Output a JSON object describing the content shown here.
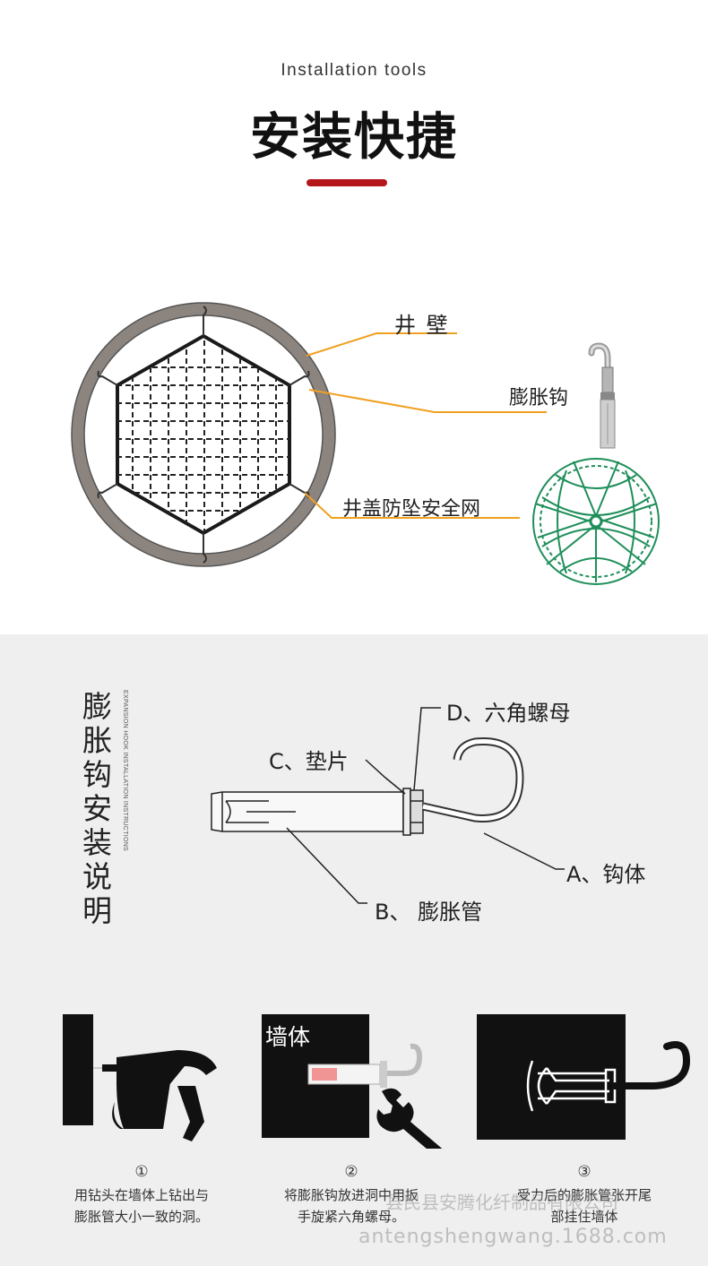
{
  "header": {
    "subtitle": "Installation tools",
    "title": "安装快捷",
    "accent_color": "#b5161c"
  },
  "diagram": {
    "label_wall": "井 壁",
    "label_hook": "膨胀钩",
    "label_net": "井盖防坠安全网",
    "leader_color": "#f0a020",
    "net_color": "#1f8f5a"
  },
  "instructions": {
    "title": "膨胀钩安装说明",
    "title_en": "EXPANSION HOOK INSTALLATION INSTRUCTIONS",
    "part_d": "D、六角螺母",
    "part_c": "C、垫片",
    "part_a": "A、钩体",
    "part_b": "B、 膨胀管"
  },
  "steps": [
    {
      "num": "①",
      "text": "用钻头在墙体上钻出与膨胀管大小一致的洞。"
    },
    {
      "num": "②",
      "text": "将膨胀钩放进洞中用扳手旋紧六角螺母。",
      "box_label": "墙体"
    },
    {
      "num": "③",
      "text": "受力后的膨胀管张开尾部挂住墙体"
    }
  ],
  "watermark": {
    "line1": "县民县安腾化纤制品有限公司",
    "line2": "antengshengwang.1688.com"
  }
}
